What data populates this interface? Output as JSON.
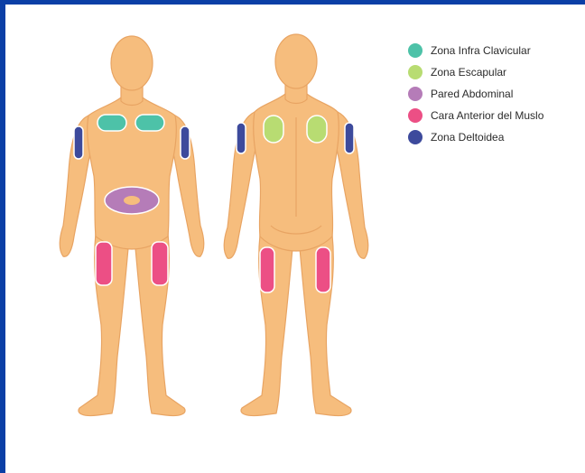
{
  "legend": [
    {
      "label": "Zona Infra Clavicular",
      "color": "#4dc2a8",
      "key": "infra-clavicular"
    },
    {
      "label": "Zona Escapular",
      "color": "#b8dc72",
      "key": "escapular"
    },
    {
      "label": "Pared Abdominal",
      "color": "#b57cb8",
      "key": "abdominal"
    },
    {
      "label": "Cara Anterior del Muslo",
      "color": "#ec4f85",
      "key": "muslo"
    },
    {
      "label": "Zona Deltoidea",
      "color": "#3d4a9c",
      "key": "deltoidea"
    }
  ],
  "colors": {
    "skin": "#f6bd7d",
    "skin_shade": "#e8a463",
    "frame": "#0b3fa6",
    "background": "#ffffff"
  }
}
